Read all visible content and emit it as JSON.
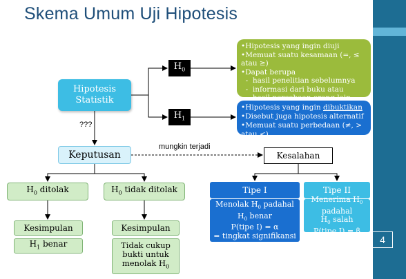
{
  "title": "Skema Umum Uji Hipotesis",
  "page_number": "4",
  "nodes": {
    "hipotesis": [
      "Hipotesis",
      "Statistik"
    ],
    "h0": {
      "main": "H",
      "sub": "0"
    },
    "h1": {
      "main": "H",
      "sub": "1"
    },
    "h0_desc": [
      "•Hipotesis yang ingin diuji",
      "•Memuat suatu kesamaan (=, ≤ atau ≥)",
      "•Dapat berupa",
      "  -  hasil penelitian sebelumnya",
      "  -  informasi dari buku atau",
      "  -  hasil percobaan orang lain"
    ],
    "h1_desc": {
      "line1_prefix": "•Hipotesis yang ingin ",
      "line1_underline": "dibuktikan",
      "line2": "•Disebut juga hipotesis alternatif",
      "line3": "•Memuat suatu perbedaan (≠, > atau <)"
    },
    "question": "???",
    "keputusan": "Keputusan",
    "mungkin": "mungkin terjadi",
    "kesalahan": "Kesalahan",
    "ditolak": {
      "pre": "H",
      "sub": "0",
      "post": " ditolak"
    },
    "tidak_ditolak": {
      "pre": "H",
      "sub": "0",
      "post": " tidak ditolak"
    },
    "kesimpulan1": "Kesimpulan",
    "h1_benar": {
      "pre": "H",
      "sub": "1",
      "post": " benar"
    },
    "kesimpulan2": "Kesimpulan",
    "tidak_cukup": [
      "Tidak cukup",
      "bukti untuk",
      "menolak H"
    ],
    "tidak_cukup_sub": "0",
    "tipe1": "Tipe I",
    "tipe2": "Tipe II",
    "tipe1_desc": {
      "l1_pre": "Menolak H",
      "l1_sub": "0",
      "l1_post": " padahal",
      "l2_pre": "H",
      "l2_sub": "0",
      "l2_post": " benar",
      "l3": "P(tipe I) = α",
      "l4": "= tingkat signifikansi"
    },
    "tipe2_desc": {
      "l1_pre": "Menerima H",
      "l1_sub": "0",
      "l1_post": " padahal",
      "l2_pre": "H",
      "l2_sub": "0",
      "l2_post": " salah",
      "l3": "P(tipe I) = β"
    }
  },
  "colors": {
    "title": "#1e4e79",
    "sidebar": "#1d6d93",
    "hipotesis_box": "#3dbde4",
    "green_box": "#9bbb3c",
    "blue_box": "#1a6fd0",
    "light_green": "#d1ecc7"
  }
}
